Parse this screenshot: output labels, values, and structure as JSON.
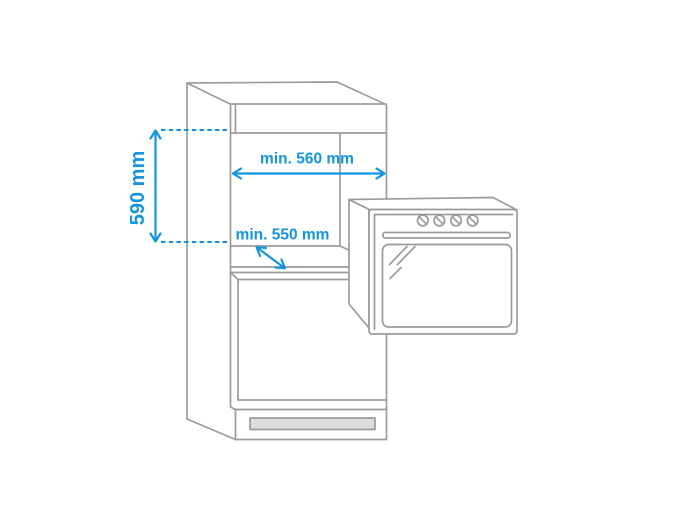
{
  "description": "Built-in oven niche installation dimensions diagram",
  "dimensions": {
    "height": {
      "label": "590 mm"
    },
    "width": {
      "label": "min. 560 mm"
    },
    "depth": {
      "label": "min. 550 mm"
    }
  },
  "colors": {
    "dimension_blue": "#1195E0",
    "outline_gray": "#9B9B9B",
    "vent_fill": "#DCDCDC",
    "background": "#FFFFFF"
  }
}
